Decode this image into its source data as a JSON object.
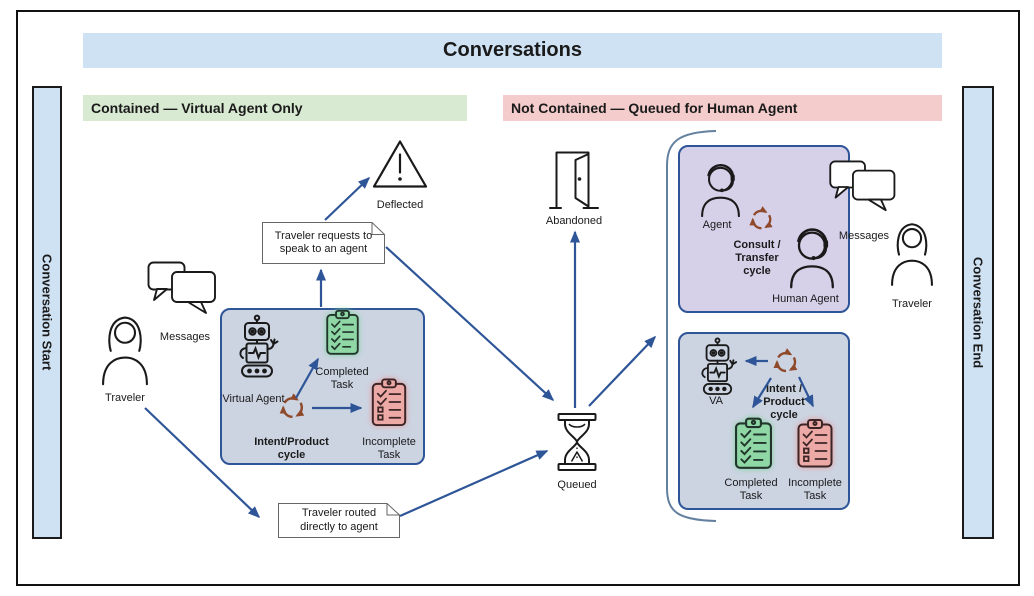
{
  "title": "Conversations",
  "rails": {
    "start": "Conversation Start",
    "end": "Conversation End"
  },
  "headers": {
    "contained": "Contained — Virtual Agent Only",
    "not_contained": "Not Contained — Queued for Human Agent"
  },
  "left_flow": {
    "traveler": "Traveler",
    "messages": "Messages",
    "virtual_agent": "Virtual Agent",
    "completed_task": "Completed Task",
    "incomplete_task": "Incomplete Task",
    "cycle": "Intent/Product cycle",
    "deflected": "Deflected"
  },
  "notes": {
    "request_agent": "Traveler requests to speak to an agent",
    "routed_direct": "Traveler routed directly to agent"
  },
  "middle": {
    "queued": "Queued",
    "abandoned": "Abandoned"
  },
  "right_flow": {
    "agent": "Agent",
    "consult_cycle": "Consult / Transfer cycle",
    "human_agent": "Human Agent",
    "messages": "Messages",
    "traveler": "Traveler",
    "va": "VA",
    "cycle": "Intent / Product cycle",
    "completed_task": "Completed Task",
    "incomplete_task": "Incomplete Task"
  },
  "colors": {
    "banner_blue": "#cfe2f3",
    "header_green": "#d9ead3",
    "header_pink": "#f4cccc",
    "box_bluegray": "#ccd4e2",
    "box_purple": "#d7d0e9",
    "box_border": "#2e5597",
    "arrow_blue": "#2e5597",
    "cycle_brown": "#8f4a2b",
    "task_green": "#8fd7a5",
    "task_red": "#eca9a5"
  },
  "icons": [
    "traveler-icon",
    "messages-icon",
    "robot-icon",
    "clipboard-check-icon",
    "cycle-icon",
    "warning-triangle-icon",
    "door-icon",
    "hourglass-icon",
    "headset-agent-icon"
  ]
}
